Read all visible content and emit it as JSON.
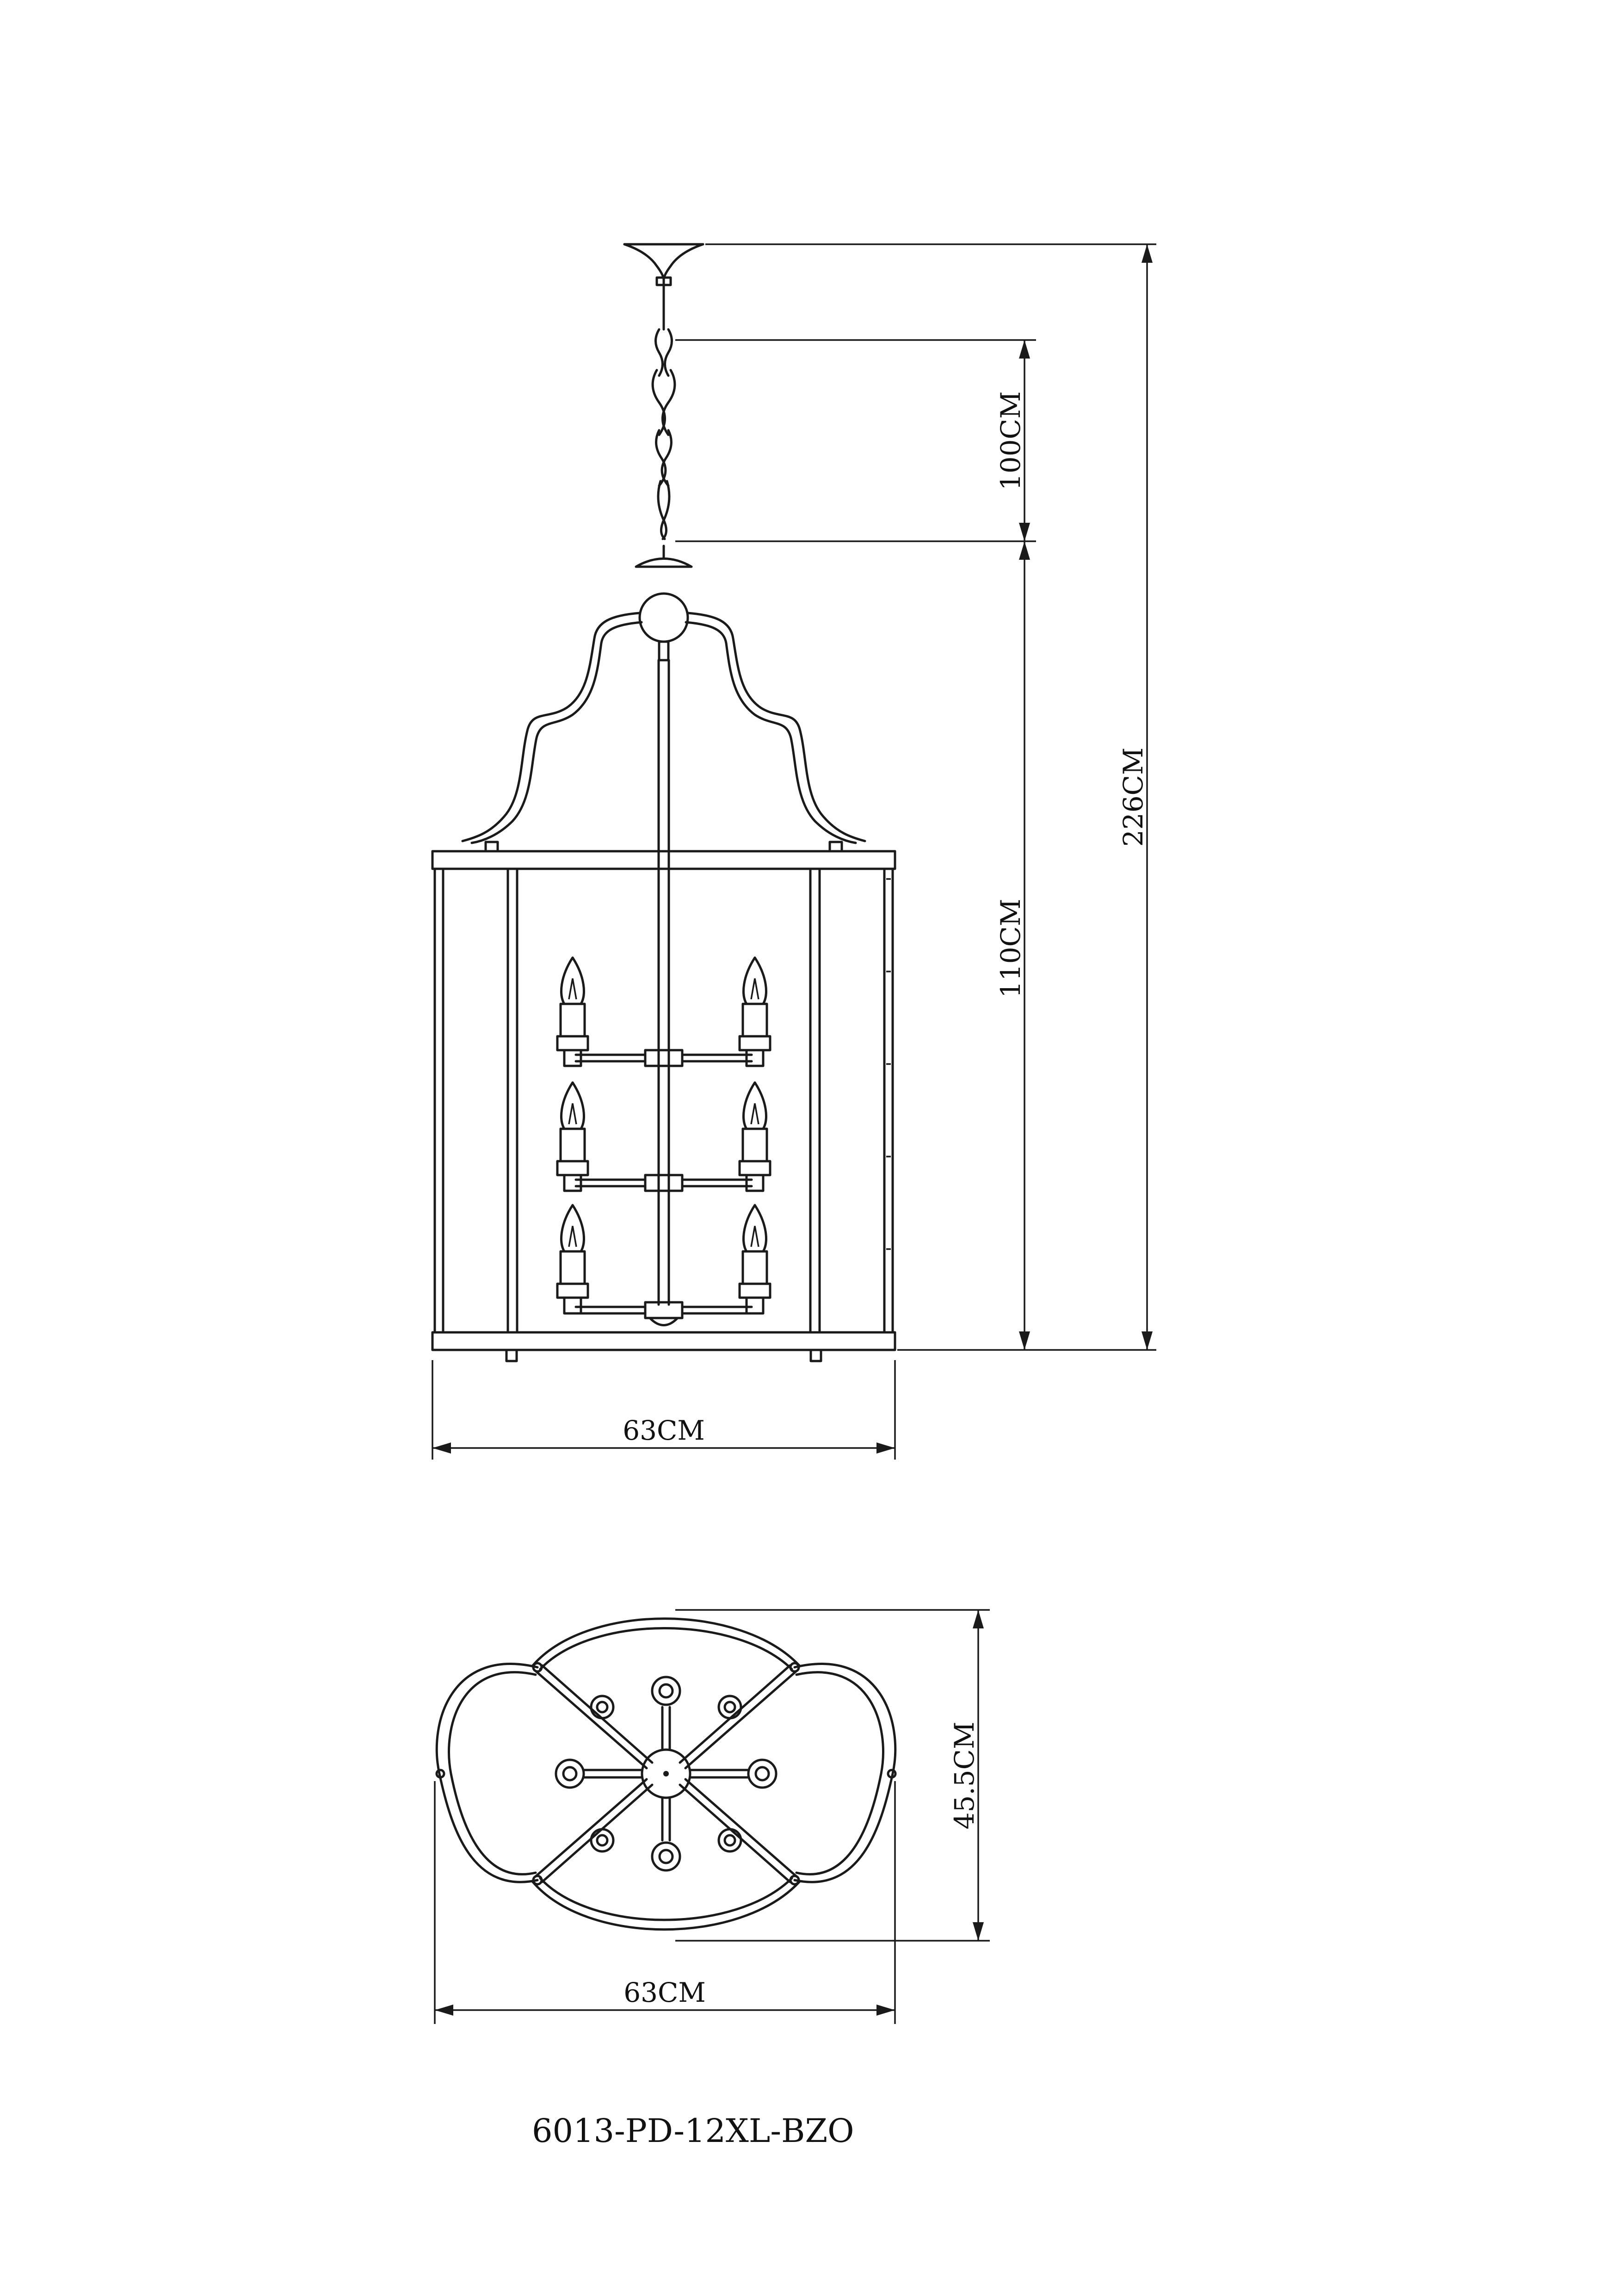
{
  "dimensions": {
    "chain_length": "100CM",
    "body_height": "110CM",
    "total_height": "226CM",
    "side_width": "63CM",
    "top_depth": "45.5CM",
    "top_width": "63CM"
  },
  "model_number": "6013-PD-12XL-BZO"
}
